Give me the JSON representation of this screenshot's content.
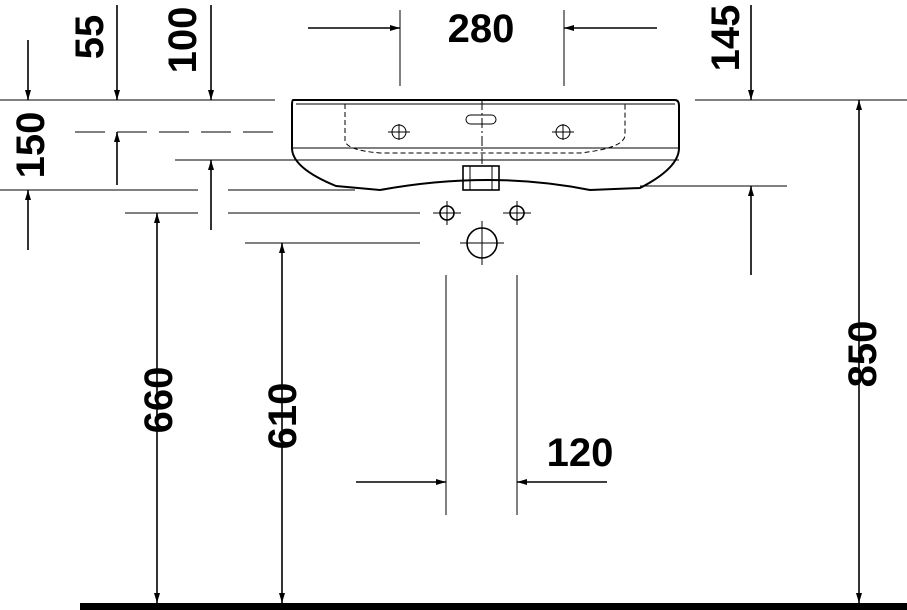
{
  "dimensions": {
    "top_left_55": "55",
    "top_left_100": "100",
    "top_center_280": "280",
    "top_right_145": "145",
    "left_150": "150",
    "height_660": "660",
    "height_610": "610",
    "width_120": "120",
    "height_850": "850"
  },
  "colors": {
    "line": "#000000",
    "background": "#ffffff"
  }
}
